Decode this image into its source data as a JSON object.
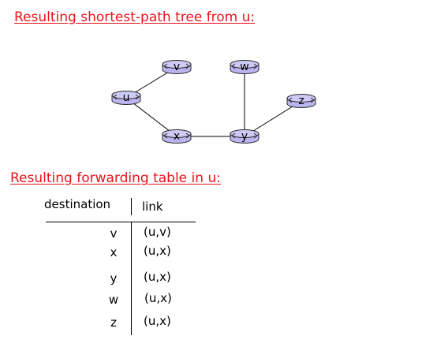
{
  "tree": {
    "heading": "Resulting shortest-path tree from u:",
    "nodes": [
      "u",
      "v",
      "w",
      "x",
      "y",
      "z"
    ],
    "edges": [
      [
        "u",
        "v"
      ],
      [
        "u",
        "x"
      ],
      [
        "x",
        "y"
      ],
      [
        "y",
        "w"
      ],
      [
        "y",
        "z"
      ]
    ],
    "router_color": "#b9b5ee"
  },
  "table": {
    "heading": "Resulting forwarding table in u:",
    "columns": [
      "destination",
      "link"
    ],
    "rows": [
      {
        "destination": "v",
        "link": "(u,v)"
      },
      {
        "destination": "x",
        "link": "(u,x)"
      },
      {
        "destination": "y",
        "link": "(u,x)"
      },
      {
        "destination": "w",
        "link": "(u,x)"
      },
      {
        "destination": "z",
        "link": "(u,x)"
      }
    ]
  },
  "colors": {
    "heading": "#e8141b",
    "router": "#b9b5ee"
  }
}
